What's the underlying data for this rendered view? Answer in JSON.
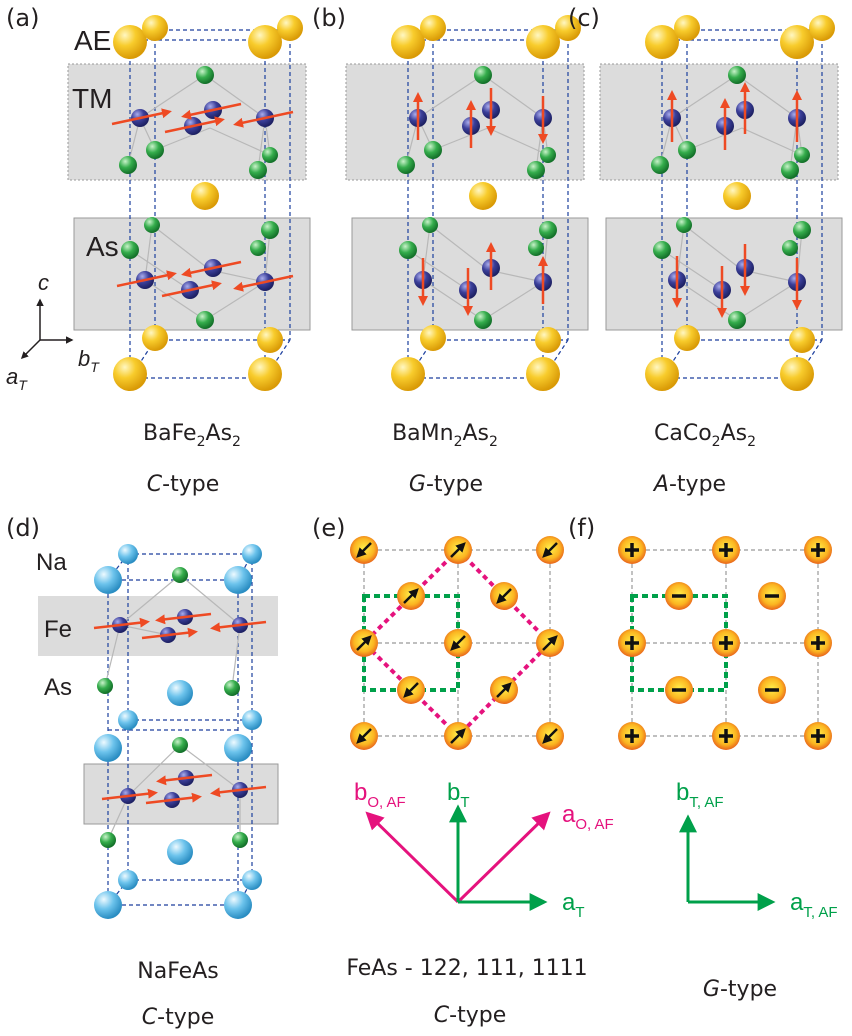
{
  "panels": {
    "a": {
      "tag": "(a)",
      "layer_labels": {
        "ae": "AE",
        "tm": "TM",
        "as": "As"
      },
      "axes": {
        "c": "c",
        "b": "b",
        "b_sub": "T",
        "a": "a",
        "a_sub": "T"
      },
      "compound": {
        "p1": "BaFe",
        "s1": "2",
        "p2": "As",
        "s2": "2"
      },
      "type": {
        "letter": "C",
        "rest": "-type"
      }
    },
    "b": {
      "tag": "(b)",
      "compound": {
        "p1": "BaMn",
        "s1": "2",
        "p2": "As",
        "s2": "2"
      },
      "type": {
        "letter": "G",
        "rest": "-type"
      }
    },
    "c": {
      "tag": "(c)",
      "compound": {
        "p1": "CaCo",
        "s1": "2",
        "p2": "As",
        "s2": "2"
      },
      "type": {
        "letter": "A",
        "rest": "-type"
      }
    },
    "d": {
      "tag": "(d)",
      "layer_labels": {
        "na": "Na",
        "fe": "Fe",
        "as": "As"
      },
      "compound": "NaFeAs",
      "type": {
        "letter": "C",
        "rest": "-type"
      }
    },
    "e": {
      "tag": "(e)",
      "axes": {
        "b_o": "b",
        "b_o_sub": "O, AF",
        "b_t": "b",
        "b_t_sub": "T",
        "a_o": "a",
        "a_o_sub": "O, AF",
        "a_t": "a",
        "a_t_sub": "T"
      },
      "caption": "FeAs - 122, 111, 1111",
      "type": {
        "letter": "C",
        "rest": "-type"
      }
    },
    "f": {
      "tag": "(f)",
      "axes": {
        "b": "b",
        "b_sub": "T, AF",
        "a": "a",
        "a_sub": "T, AF"
      },
      "type": {
        "letter": "G",
        "rest": "-type"
      }
    }
  },
  "colors": {
    "ae_atom": "#f4c21b",
    "tm_atom": "#3b3f9a",
    "as_atom": "#2fa84a",
    "na_atom": "#6cc3ec",
    "moment_arrow": "#ee4a23",
    "layer_box": "#dcdcdc",
    "cell_edge": "#1c3f9e",
    "orthorhombic": "#e5127d",
    "tetragonal": "#00a04a",
    "spin_site": "#f7941d"
  }
}
